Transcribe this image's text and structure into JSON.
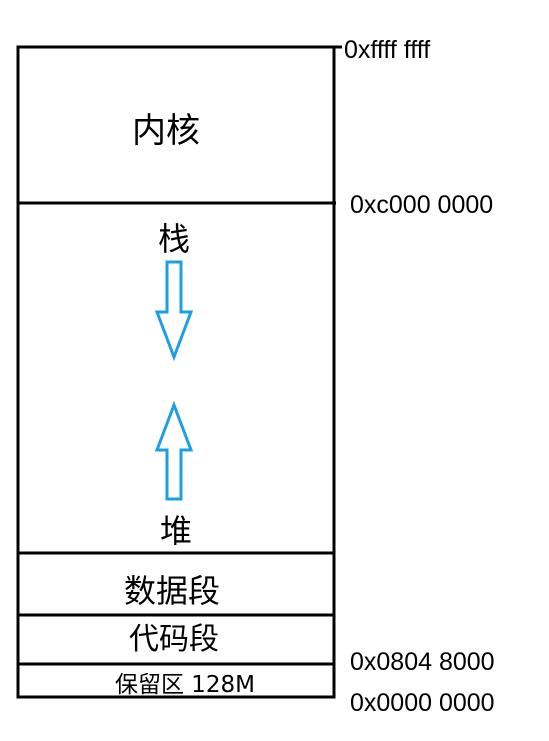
{
  "segments": {
    "kernel": "内核",
    "stack": "栈",
    "heap": "堆",
    "data": "数据段",
    "code": "代码段",
    "reserved": "保留区 128M"
  },
  "addresses": {
    "top": "0xffff ffff",
    "kernel_base": "0xc000 0000",
    "code_start": "0x0804 8000",
    "bottom": "0x0000 0000"
  },
  "colors": {
    "arrow": "#1e9fe0",
    "outline": "#000000"
  },
  "arrows": {
    "stack_direction": "down-arrow-icon",
    "heap_direction": "up-arrow-icon"
  }
}
